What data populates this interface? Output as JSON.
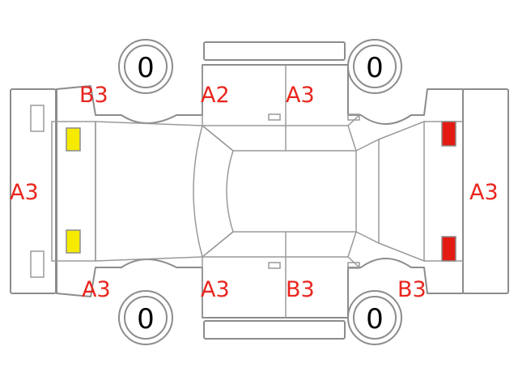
{
  "colors": {
    "grade_text": "#e8261e",
    "line": "#8c8c8c",
    "front_lamp": "#f5ea00",
    "rear_lamp": "#e31b12"
  },
  "labels": {
    "top_left_fender": "B3",
    "front_left_door": "A2",
    "rear_left_door": "A3",
    "front_bumper": "A3",
    "rear_bumper": "A3",
    "bottom_left_fender": "A3",
    "front_right_door": "A3",
    "rear_right_door": "B3",
    "bottom_right_quarter": "B3"
  },
  "tires": {
    "top_front": "0",
    "top_rear": "0",
    "bottom_front": "0",
    "bottom_rear": "0"
  }
}
